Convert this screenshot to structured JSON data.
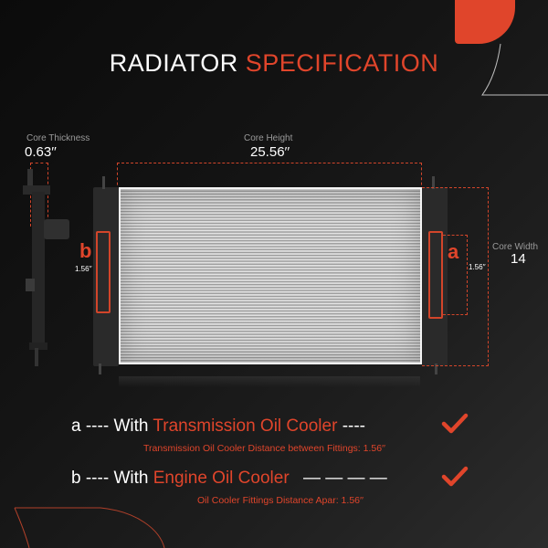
{
  "title": {
    "part1": "RADIATOR",
    "part2": "SPECIFICATION"
  },
  "dimensions": {
    "core_thickness": {
      "label": "Core Thickness",
      "value": "0.63′′"
    },
    "core_height": {
      "label": "Core Height",
      "value": "25.56′′"
    },
    "core_width": {
      "label": "Core Width",
      "value": "14"
    }
  },
  "callouts": {
    "a": {
      "letter": "a",
      "distance": "1.56′′"
    },
    "b": {
      "letter": "b",
      "distance": "1.56′′"
    }
  },
  "features": [
    {
      "letter": "a",
      "dashes": "----",
      "prefix": "With",
      "name": "Transmission Oil Cooler",
      "trail": "----",
      "detail": "Transmission Oil Cooler Distance between Fittings: 1.56′′",
      "checked": true
    },
    {
      "letter": "b",
      "dashes": "----",
      "prefix": "With",
      "name": "Engine Oil Cooler",
      "trail": "— — — —",
      "detail": "Oil Cooler Fittings Distance Apar: 1.56′′",
      "checked": true
    }
  ],
  "colors": {
    "accent": "#e0452b",
    "background": "#111111",
    "text": "#ffffff",
    "label": "#9a9a9a"
  }
}
